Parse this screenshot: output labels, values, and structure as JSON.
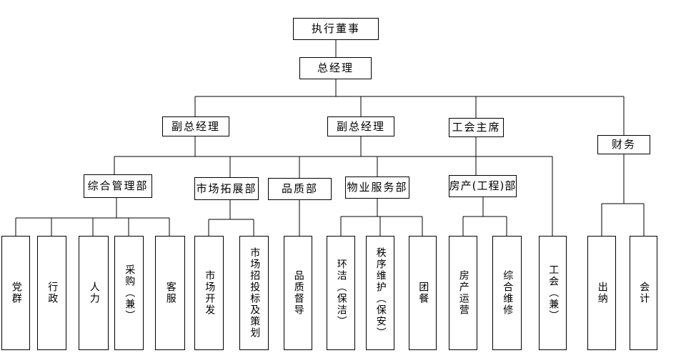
{
  "org": {
    "executive_director": "执行董事",
    "general_manager": "总经理",
    "deputy_general_managers": [
      "副总经理",
      "副总经理"
    ],
    "union_chairman": "工会主席",
    "finance": "财务",
    "departments": [
      "综合管理部",
      "市场拓展部",
      "品质部",
      "物业服务部",
      "房产(工程)部"
    ],
    "units": [
      "党群",
      "行政",
      "人力",
      "采购（兼）",
      "客服",
      "市场开发",
      "市场招投标及策划",
      "品质督导",
      "环洁（保洁）",
      "秩序维护（保安）",
      "团餐",
      "房产运营",
      "综合维修",
      "工会（兼）",
      "出纳",
      "会计"
    ]
  },
  "style": {
    "line_color": "#000000",
    "box_border_color": "#000000",
    "background_color": "#ffffff",
    "text_color": "#000000"
  }
}
